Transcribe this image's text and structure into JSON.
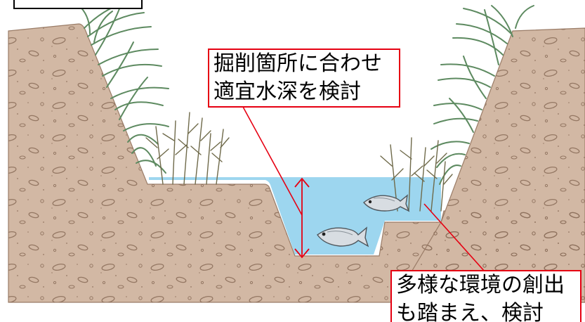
{
  "callouts": {
    "depth": {
      "line1": "掘削箇所に合わせ",
      "line2": "適宜水深を検討"
    },
    "environment": {
      "line1": "多様な環境の創出",
      "line2": "も踏まえ、検討"
    }
  },
  "colors": {
    "soil": "#d2b8a4",
    "soil_outline": "#9a7c67",
    "water": "#9dd6ef",
    "grass": "#5d8a60",
    "reed": "#6f6a4a",
    "callout_border": "#e60012",
    "leader_line": "#e60012",
    "fish_body": "#d8dde2"
  },
  "icons": [
    "fish-icon",
    "grass-icon",
    "reed-icon",
    "depth-arrow-icon"
  ]
}
